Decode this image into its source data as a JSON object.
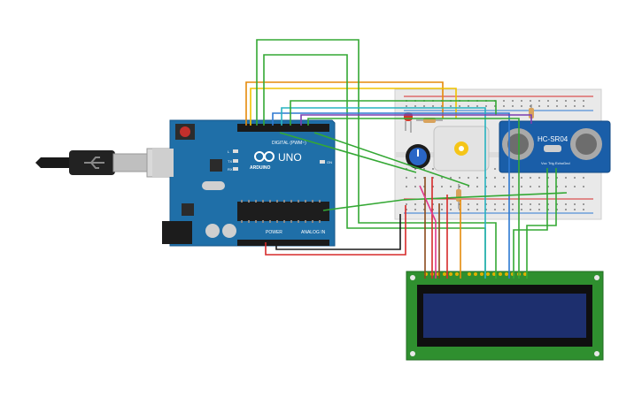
{
  "arduino": {
    "logo_text": "UNO",
    "brand": "ARDUINO",
    "digital_label": "DIGITAL (PWM~)",
    "power_label": "POWER",
    "analog_label": "ANALOG IN",
    "led_labels": [
      "L",
      "TX",
      "RX"
    ],
    "on_label": "ON"
  },
  "sensor": {
    "label": "HC-SR04",
    "pins": [
      "Vcc",
      "Trig",
      "Echo",
      "Gnd"
    ]
  },
  "colors": {
    "board": "#1f6fa8",
    "breadboard": "#e9e9e9",
    "lcd_pcb": "#2f8f2f",
    "lcd_screen": "#1d2f6e",
    "sensor_pcb": "#1a5ea8",
    "wire_orange": "#e58a0a",
    "wire_yellow": "#f0c300",
    "wire_green": "#34a834",
    "wire_blue": "#2d79d2",
    "wire_cyan": "#27b3c0",
    "wire_purple": "#7b3fb0",
    "wire_red": "#d62a2a",
    "wire_brown": "#8a4a1c",
    "wire_pink": "#e0388c"
  }
}
